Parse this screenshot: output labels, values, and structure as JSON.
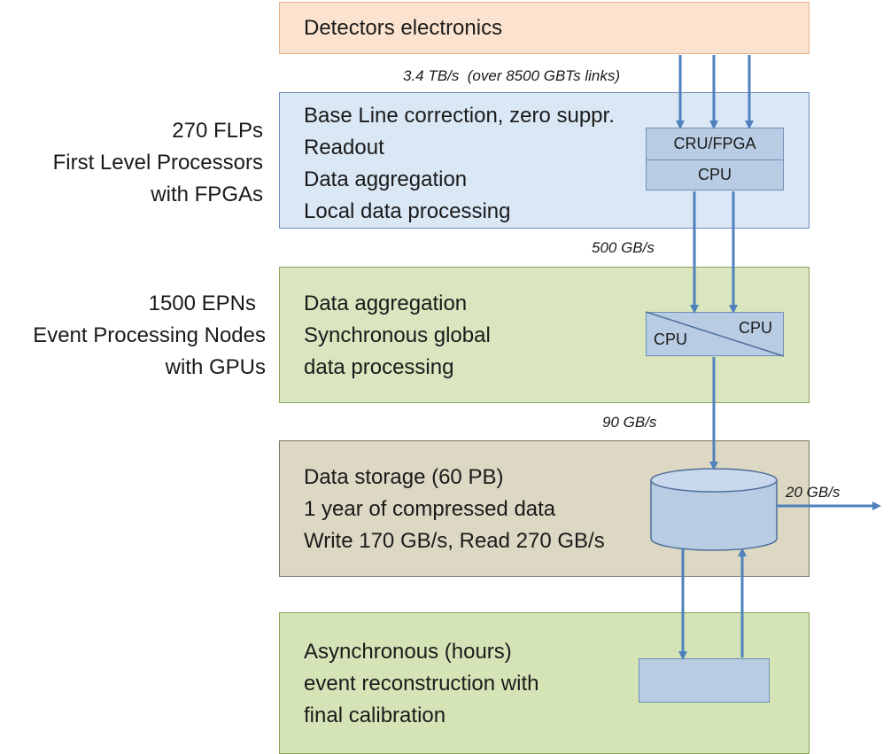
{
  "colors": {
    "detectors_fill": "#fbe3cf",
    "flp_fill": "#dae8f6",
    "epn_fill": "#dae6bf",
    "storage_fill": "#ddd8c3",
    "async_fill": "#d5e4b6",
    "component_fill": "#b8cce4",
    "arrow": "#4f81bd"
  },
  "detectors": {
    "title": "Detectors electronics"
  },
  "flp": {
    "side_lines": [
      "270 FLPs",
      "First Level Processors",
      "with FPGAs"
    ],
    "lines": [
      "Base Line correction, zero suppr.",
      "Readout",
      "Data aggregation",
      "Local data processing"
    ],
    "top_unit": "CRU/FPGA",
    "bottom_unit": "CPU"
  },
  "epn": {
    "side_lines": [
      "1500 EPNs",
      "Event Processing Nodes",
      "with GPUs"
    ],
    "lines": [
      "Data aggregation",
      "Synchronous global",
      "data processing"
    ],
    "cpu_left": "CPU",
    "cpu_right": "CPU"
  },
  "storage": {
    "lines": [
      "Data storage (60 PB)",
      "1 year of compressed data",
      "Write 170 GB/s, Read 270 GB/s"
    ]
  },
  "async": {
    "lines": [
      "Asynchronous (hours)",
      "event reconstruction with",
      "final calibration"
    ]
  },
  "rates": {
    "detectors_to_flp": "3.4 TB/s  (over 8500 GBTs links)",
    "flp_to_epn": "500 GB/s",
    "epn_to_storage": "90 GB/s",
    "storage_out": "20 GB/s"
  }
}
